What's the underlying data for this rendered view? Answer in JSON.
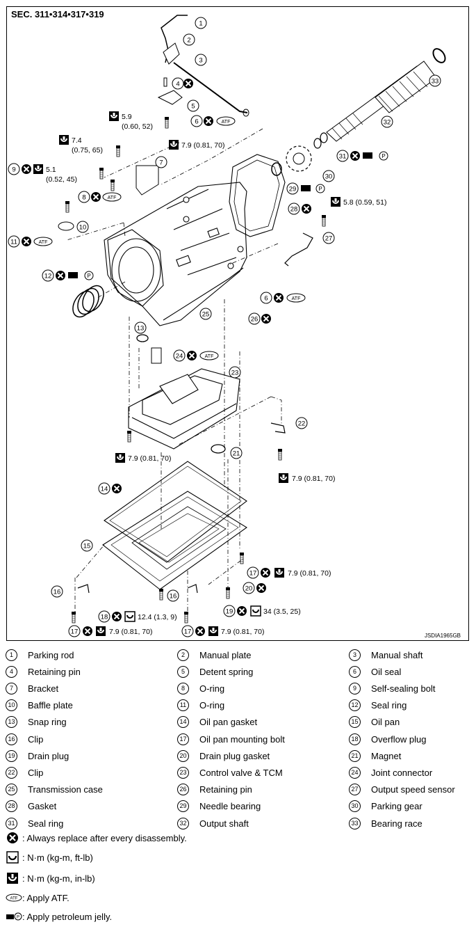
{
  "section_title": "SEC. 311•314•317•319",
  "figure_code": "JSDIA1965GB",
  "callouts": [
    "1",
    "2",
    "3",
    "4",
    "5",
    "6",
    "7",
    "8",
    "9",
    "10",
    "11",
    "12",
    "13",
    "14",
    "15",
    "16",
    "17",
    "18",
    "19",
    "20",
    "21",
    "22",
    "23",
    "24",
    "25",
    "26",
    "27",
    "28",
    "29",
    "30",
    "31",
    "32",
    "33"
  ],
  "torques": {
    "t5_9": "5.9",
    "t5_9b": "(0.60, 52)",
    "t7_4": "7.4",
    "t7_4b": "(0.75, 65)",
    "t5_1": "5.1",
    "t5_1b": "(0.52, 45)",
    "t7_9": "7.9 (0.81, 70)",
    "t5_8": "5.8 (0.59, 51)",
    "t12_4": "12.4 (1.3, 9)",
    "t34": "34 (3.5, 25)"
  },
  "atf_tag": "ATF",
  "jelly_tag": "P",
  "parts": [
    {
      "num": "1",
      "name": "Parking rod"
    },
    {
      "num": "2",
      "name": "Manual plate"
    },
    {
      "num": "3",
      "name": "Manual shaft"
    },
    {
      "num": "4",
      "name": "Retaining pin"
    },
    {
      "num": "5",
      "name": "Detent spring"
    },
    {
      "num": "6",
      "name": "Oil seal"
    },
    {
      "num": "7",
      "name": "Bracket"
    },
    {
      "num": "8",
      "name": "O-ring"
    },
    {
      "num": "9",
      "name": "Self-sealing bolt"
    },
    {
      "num": "10",
      "name": "Baffle plate"
    },
    {
      "num": "11",
      "name": "O-ring"
    },
    {
      "num": "12",
      "name": "Seal ring"
    },
    {
      "num": "13",
      "name": "Snap ring"
    },
    {
      "num": "14",
      "name": "Oil pan gasket"
    },
    {
      "num": "15",
      "name": "Oil pan"
    },
    {
      "num": "16",
      "name": "Clip"
    },
    {
      "num": "17",
      "name": "Oil pan mounting bolt"
    },
    {
      "num": "18",
      "name": "Overflow plug"
    },
    {
      "num": "19",
      "name": "Drain plug"
    },
    {
      "num": "20",
      "name": "Drain plug gasket"
    },
    {
      "num": "21",
      "name": "Magnet"
    },
    {
      "num": "22",
      "name": "Clip"
    },
    {
      "num": "23",
      "name": "Control valve & TCM"
    },
    {
      "num": "24",
      "name": "Joint connector"
    },
    {
      "num": "25",
      "name": "Transmission case"
    },
    {
      "num": "26",
      "name": "Retaining pin"
    },
    {
      "num": "27",
      "name": "Output speed sensor"
    },
    {
      "num": "28",
      "name": "Gasket"
    },
    {
      "num": "29",
      "name": "Needle bearing"
    },
    {
      "num": "30",
      "name": "Parking gear"
    },
    {
      "num": "31",
      "name": "Seal ring"
    },
    {
      "num": "32",
      "name": "Output shaft"
    },
    {
      "num": "33",
      "name": "Bearing race"
    }
  ],
  "symbols": [
    {
      "icon": "replace-x-icon",
      "text": ": Always replace after every disassembly."
    },
    {
      "icon": "torque-ftlb-icon",
      "text": ": N·m (kg-m, ft-lb)"
    },
    {
      "icon": "torque-inlb-icon",
      "text": ": N·m (kg-m, in-lb)"
    },
    {
      "icon": "atf-icon",
      "text": ": Apply ATF."
    },
    {
      "icon": "petroleum-jelly-icon",
      "text": ": Apply petroleum jelly."
    }
  ]
}
